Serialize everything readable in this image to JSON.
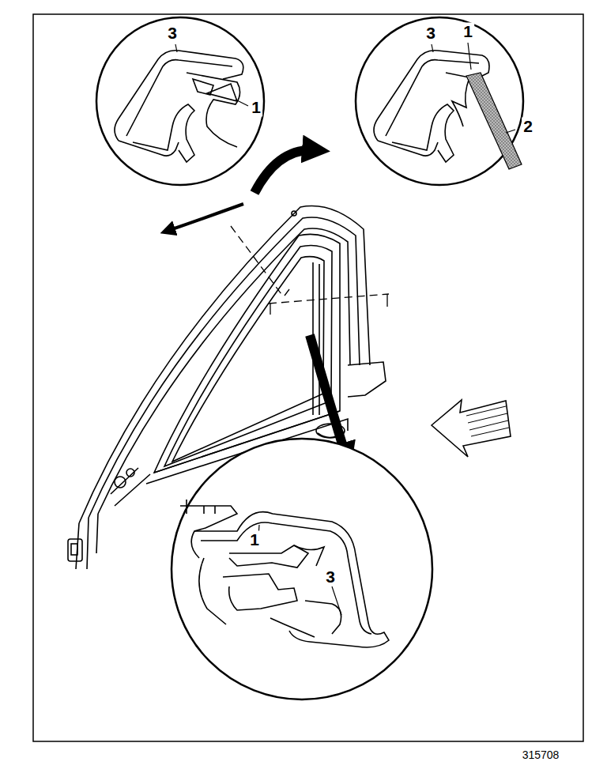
{
  "diagram": {
    "labels": [
      "3",
      "1",
      "3",
      "1",
      "2",
      "1",
      "3",
      "315708"
    ]
  }
}
